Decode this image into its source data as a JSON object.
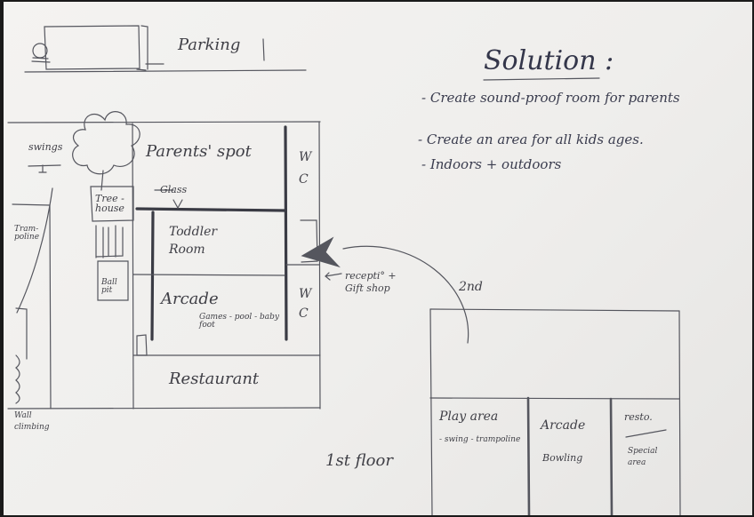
{
  "top": {
    "parking": "Parking"
  },
  "solution": {
    "title": "Solution :",
    "items": [
      "- Create sound-proof room for parents",
      "- Create an area for all kids ages.",
      "- Indoors + outdoors"
    ]
  },
  "ground_plan": {
    "swings": "swings",
    "trampoline": "Tram-poline",
    "tree_house": "Tree -house",
    "ball_pit": "Ball pit",
    "glass": "Glass",
    "parents_spot": "Parents' spot",
    "wc_top": "W C",
    "wc_bottom": "W C",
    "toddler_room": "Toddler Room",
    "arcade": "Arcade",
    "arcade_detail": "Games - pool - baby foot",
    "restaurant": "Restaurant",
    "wall_climbing": "Wall climbing",
    "reception": "recepti° + Gift shop"
  },
  "upper_plan": {
    "second_label": "2nd",
    "first_floor_label": "1st floor",
    "play_area": "Play area",
    "play_area_items": "- swing - trampoline",
    "arcade": "Arcade",
    "bowling": "Bowling",
    "resto": "resto.",
    "special_area": "Special area"
  }
}
